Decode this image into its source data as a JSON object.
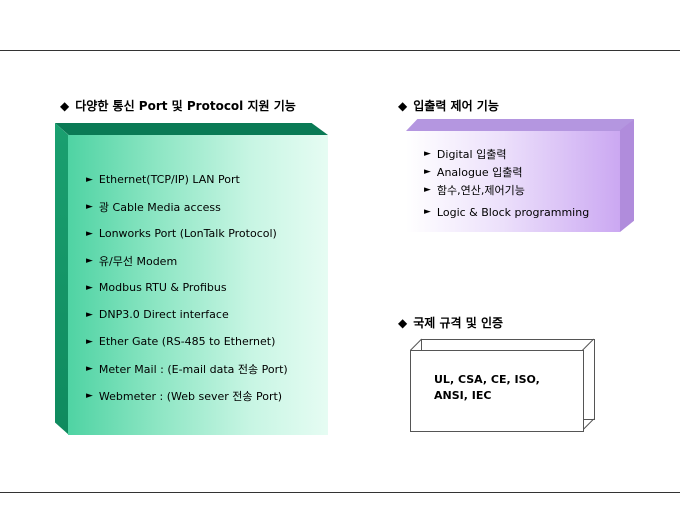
{
  "left_section": {
    "heading": "다양한 통신 Port 및 Protocol 지원 기능",
    "items": [
      "Ethernet(TCP/IP) LAN Port",
      "광 Cable Media access",
      "Lonworks Port (LonTalk Protocol)",
      "유/무선 Modem",
      "Modbus RTU & Profibus",
      "DNP3.0 Direct interface",
      "Ether Gate (RS-485 to Ethernet)",
      "Meter Mail : (E-mail data 전송 Port)",
      "Webmeter : (Web sever 전송 Port)"
    ]
  },
  "right_top_section": {
    "heading": "입출력 제어 기능",
    "items": [
      "Digital 입출력",
      "Analogue 입출력",
      "함수,연산,제어기능",
      "Logic & Block programming"
    ]
  },
  "right_bottom_section": {
    "heading": "국제 규격 및 인증",
    "lines": [
      "UL, CSA, CE, ISO,",
      "ANSI, IEC"
    ]
  },
  "colors": {
    "left_box": "#4fd3a3",
    "left_box_dark": "#0a7a55",
    "right_box": "#cba8f2"
  },
  "icons": {
    "heading_bullet": "diamond-icon",
    "list_bullet": "right-triangle-icon"
  }
}
